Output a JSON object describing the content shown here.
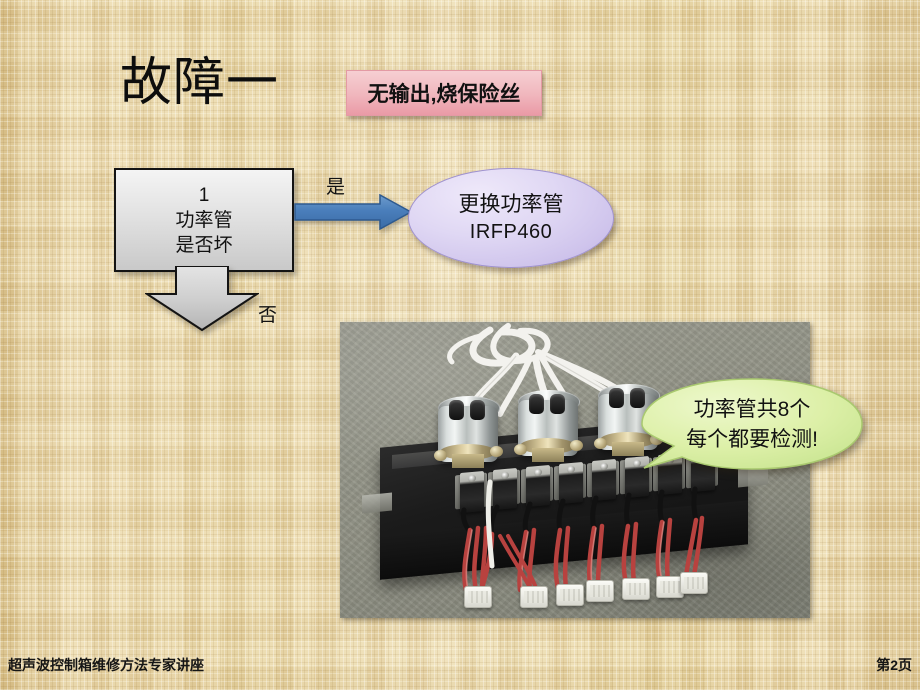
{
  "slide": {
    "title": "故障一",
    "symptom": "无输出,烧保险丝",
    "decision": {
      "number": "1",
      "line2": "功率管",
      "line3": "是否坏"
    },
    "branches": {
      "yes_label": "是",
      "no_label": "否"
    },
    "action": {
      "line1": "更换功率管",
      "line2": "IRFP460"
    },
    "callout": {
      "line1": "功率管共8个",
      "line2": "每个都要检测!"
    },
    "photo": {
      "alt": "功率管散热板照片"
    },
    "footer": "超声波控制箱维修方法专家讲座",
    "page_number": "第2页"
  },
  "colors": {
    "background": "#e8d4a2",
    "symptom_box": "#f0b6bd",
    "decision_box": "#e2e2e2",
    "yes_arrow": "#4a7ebb",
    "action_oval": "#cfc4ec",
    "callout": "#ddf0a8",
    "text": "#111111"
  }
}
